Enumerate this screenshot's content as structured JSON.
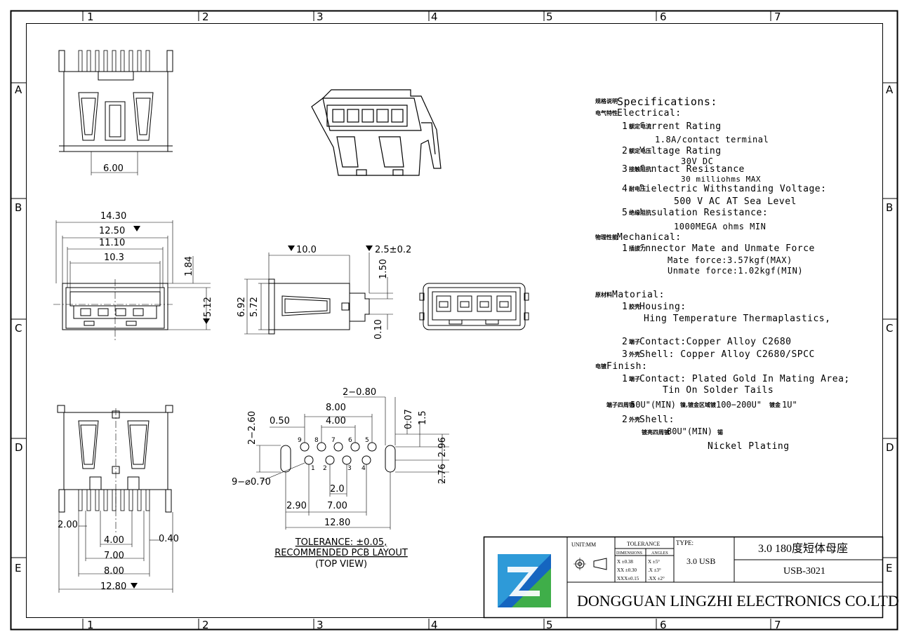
{
  "frame": {
    "columns": [
      "1",
      "2",
      "3",
      "4",
      "5",
      "6",
      "7"
    ],
    "rows": [
      "A",
      "B",
      "C",
      "D",
      "E"
    ]
  },
  "dims": {
    "top_view_width": "6.00",
    "front_width_1430": "14.30",
    "front_width_1250": "12.50",
    "front_width_1110": "11.10",
    "front_width_103": "10.3",
    "front_h_184": "1.84",
    "front_h_512": "5.12",
    "side_len_100": "10.0",
    "side_len_25": "2.5±0.2",
    "side_h_692": "6.92",
    "side_h_572": "5.72",
    "side_h_150": "1.50",
    "side_h_010": "0.10",
    "bottom_200": "2.00",
    "bottom_400": "4.00",
    "bottom_040": "0.40",
    "bottom_700": "7.00",
    "bottom_800": "8.00",
    "bottom_1280": "12.80",
    "pcb_2_080": "2−0.80",
    "pcb_800": "8.00",
    "pcb_050": "0.50",
    "pcb_400": "4.00",
    "pcb_2_260": "2−2.60",
    "pcb_007": "0.07",
    "pcb_15": "1.5",
    "pcb_296": "2.96",
    "pcb_276": "2.76",
    "pcb_holes": "9−⌀0.70",
    "pcb_20": "2.0",
    "pcb_290": "2.90",
    "pcb_700": "7.00",
    "pcb_1280": "12.80",
    "pin_numbers": [
      "9",
      "8",
      "7",
      "6",
      "5",
      "1",
      "2",
      "3",
      "4"
    ]
  },
  "layout_note": {
    "tolerance": "TOLERANCE: ±0.05,",
    "recommended": "RECOMMENDED PCB LAYOUT",
    "top_view": "(TOP VIEW)"
  },
  "specs": {
    "title_cn": "规格说明",
    "title": "Specifications:",
    "electrical_cn": "电气特性",
    "electrical": "Electrical:",
    "current_cn": "额定电流",
    "current": "1.  Current Rating",
    "current_val": "1.8A/contact terminal",
    "voltage_cn": "额定电压",
    "voltage": "2.  Voltage Rating",
    "voltage_val": "30V DC",
    "contact_res_cn": "接触阻抗",
    "contact_res": "3.  Contact Resistance",
    "contact_res_val": "30 milliohms MAX",
    "dielectric_cn": "耐电压",
    "dielectric": "4.  Dielectric Withstanding Voltage:",
    "dielectric_val": "500 V AC AT Sea Level",
    "insulation_cn": "绝缘阻抗",
    "insulation": "5.  Lnsulation Resistance:",
    "insulation_val": "1000MEGA ohms MIN",
    "mechanical_cn": "物理性能",
    "mechanical": "Mechanical:",
    "force_cn": "插拔力",
    "force": "1.  Cnnector Mate and Unmate Force",
    "mate": "Mate force:3.57kgf(MAX)",
    "unmate": "Unmate force:1.02kgf(MIN)",
    "material_cn": "原材料",
    "material": "Matorial:",
    "housing_cn": "胶壳",
    "housing": "1.  Housing:",
    "housing_val": "Hing Temperature  Thermaplastics,",
    "contact_cn": "端子",
    "contact": "2.  Contact:Copper Alloy C2680",
    "shell_cn": "外壳",
    "shell": "3.  Shell: Copper Alloy C2680/SPCC",
    "finish_cn": "电镀",
    "finish": "Finish:",
    "fin_contact_cn": "端子",
    "fin_contact": "1.  Contact: Plated Gold In Mating Area;",
    "fin_tin": "Tin On Solder Tails",
    "plating_line_cn1": "端子四周镀",
    "plating_line_a": "50U\"(MIN)",
    "plating_line_cn2": "镍,镀金区域镀",
    "plating_line_b": "100−200U\"",
    "plating_line_cn3": "镀金",
    "plating_line_c": "1U\"",
    "fin_shell_cn": "外壳",
    "fin_shell": "2.  Shell:",
    "shell_plating_cn1": "镀亮四周镀",
    "shell_plating": "80U\"(MIN)",
    "shell_plating_cn2": "锡",
    "nickel": "Nickel Plating"
  },
  "title_block": {
    "unit": "UNIT:MM",
    "tolerance": "TOLERANCE",
    "dimensions": "DIMENSIONS",
    "angles": "ANGLES",
    "tol_x": "X  ±0.38",
    "tol_xx": "XX ±0.30",
    "tol_xxx": "XXX±0.15",
    "ang_x": "X  ±5°",
    "ang_xx": ".X  ±3°",
    "ang_xxx": ".XX ±2°",
    "type_label": "TYPE:",
    "type_value": "3.0 USB",
    "product_name": "3.0 180度短体母座",
    "part_no": "USB-3021",
    "company": "DONGGUAN LINGZHI ELECTRONICS CO.LTD",
    "logo_colors": [
      "#1565c0",
      "#2e9ad8",
      "#3fae49"
    ]
  }
}
